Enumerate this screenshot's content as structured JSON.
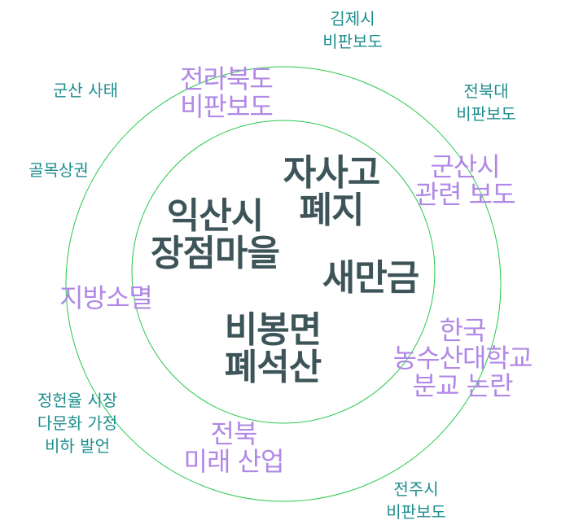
{
  "colors": {
    "ring": "#27c94a",
    "core_text": "#3d5458",
    "middle_text": "#b188e6",
    "outer_text": "#1f8e8e"
  },
  "core_terms": [
    {
      "lines": [
        "자사고",
        "폐지"
      ]
    },
    {
      "lines": [
        "익산시",
        "장점마을"
      ]
    },
    {
      "lines": [
        "새만금"
      ]
    },
    {
      "lines": [
        "비봉면",
        "폐석산"
      ]
    }
  ],
  "middle_terms": [
    {
      "lines": [
        "전라북도",
        "비판보도"
      ]
    },
    {
      "lines": [
        "군산시",
        "관련 보도"
      ]
    },
    {
      "lines": [
        "지방소멸"
      ]
    },
    {
      "lines": [
        "한국",
        "농수산대학교",
        "분교 논란"
      ]
    },
    {
      "lines": [
        "전북",
        "미래 산업"
      ]
    }
  ],
  "outer_terms": [
    {
      "lines": [
        "김제시",
        "비판보도"
      ]
    },
    {
      "lines": [
        "전북대",
        "비판보도"
      ]
    },
    {
      "lines": [
        "군산 사태"
      ]
    },
    {
      "lines": [
        "골목상권"
      ]
    },
    {
      "lines": [
        "정헌율 시장",
        "다문화 가정",
        "비하 발언"
      ]
    },
    {
      "lines": [
        "전주시",
        "비판보도"
      ]
    }
  ]
}
